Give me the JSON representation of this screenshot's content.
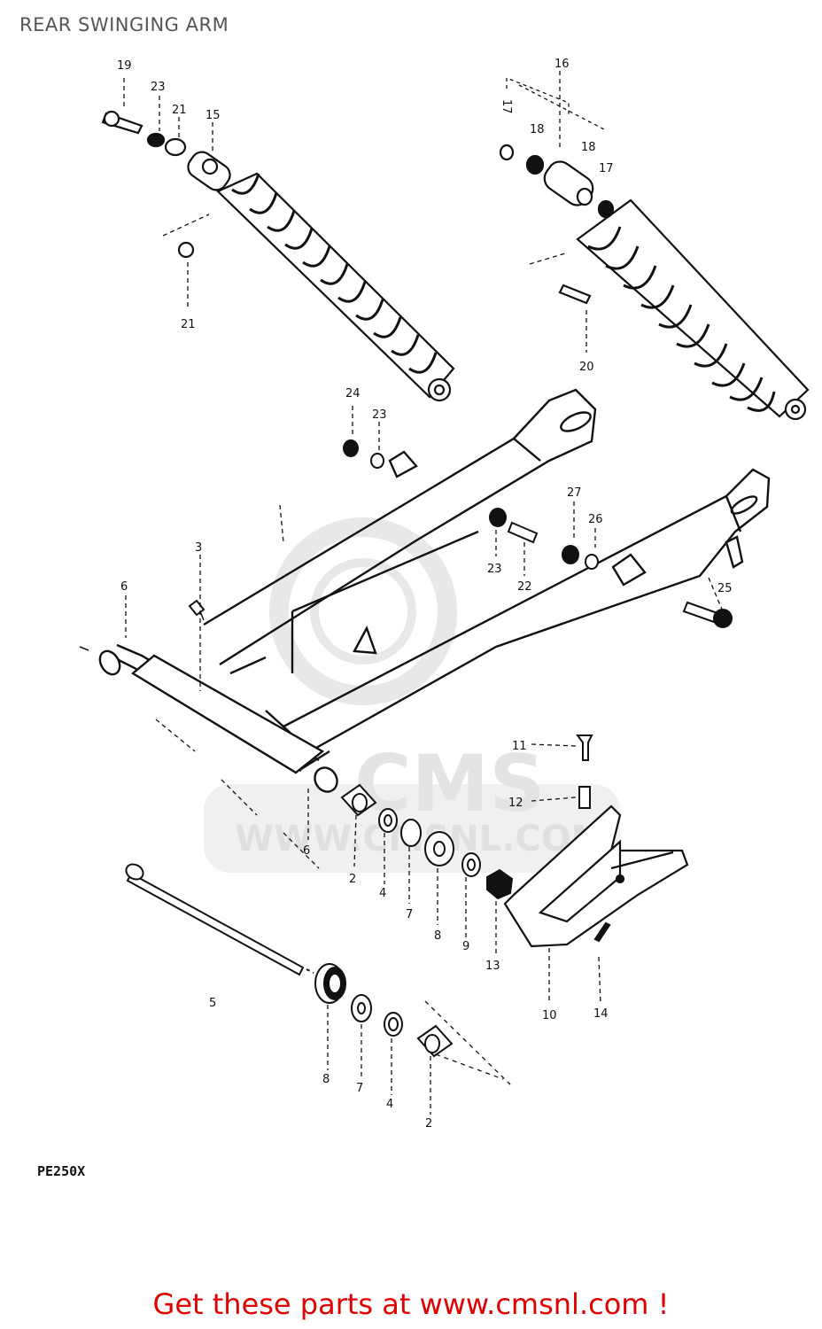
{
  "title": "REAR SWINGING ARM",
  "model_code": "PE250X",
  "promo_text": "Get these parts at www.cmsnl.com !",
  "watermark": {
    "brand": "CMS",
    "url": "WWW.CMSNL.COM"
  },
  "colors": {
    "line": "#111111",
    "promo": "#e00000",
    "title": "#555555",
    "watermark": "#dcdcdc"
  },
  "callouts": [
    "19",
    "23",
    "21",
    "15",
    "21",
    "16",
    "17",
    "18",
    "18",
    "17",
    "20",
    "24",
    "23",
    "27",
    "26",
    "23",
    "22",
    "25",
    "3",
    "6",
    "6",
    "11",
    "12",
    "2",
    "4",
    "7",
    "8",
    "9",
    "13",
    "10",
    "14",
    "5",
    "8",
    "7",
    "4",
    "2"
  ]
}
